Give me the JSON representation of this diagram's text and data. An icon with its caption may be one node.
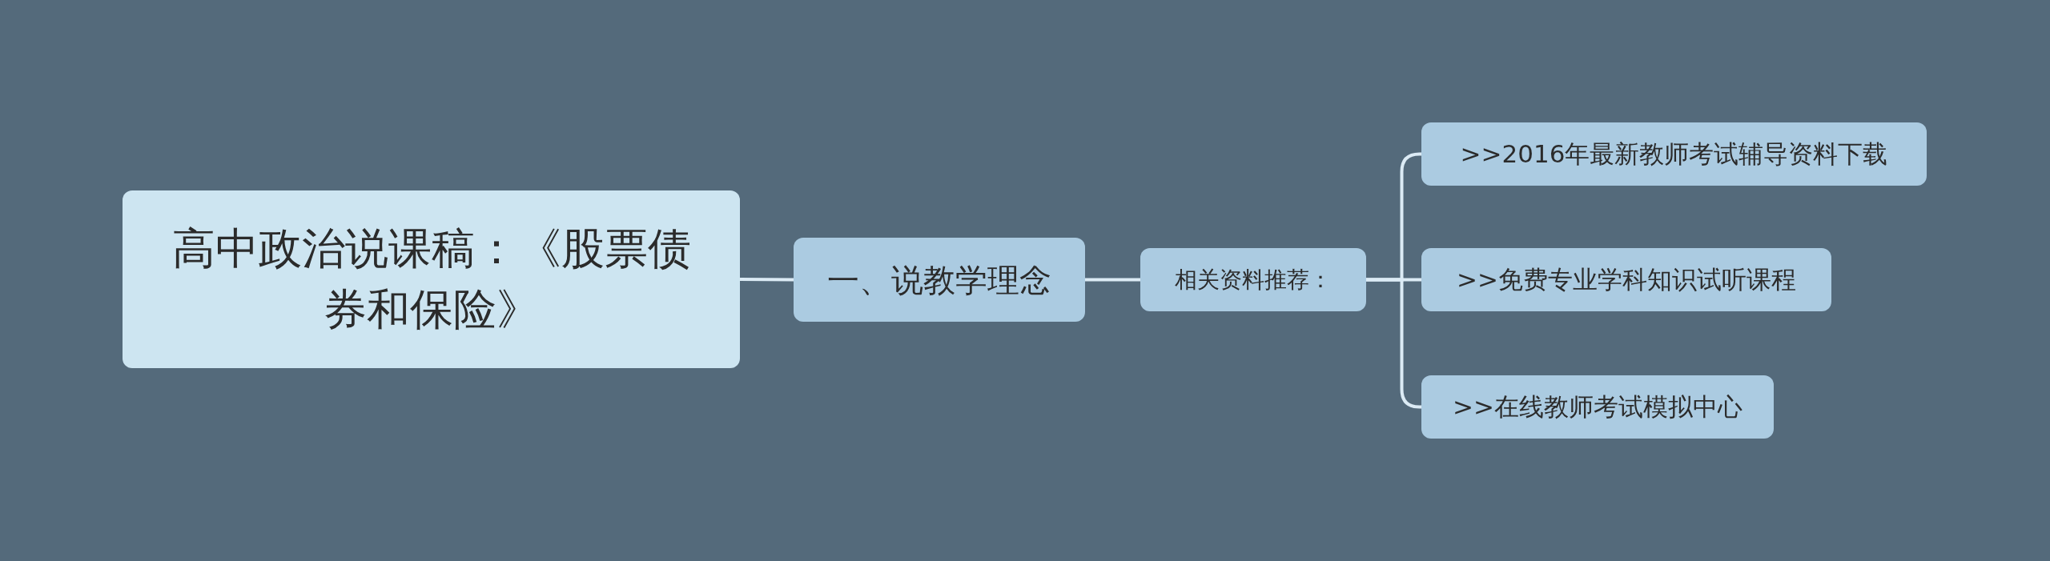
{
  "diagram": {
    "nodes": [
      {
        "text": [
          "高中政治说课稿：《股票债券和保险》"
        ]
      },
      {
        "text": [
          "一、说教学理念"
        ]
      },
      {
        "text": [
          "相关资料推荐："
        ]
      },
      {
        "text": [
          ">>2016年最新教师考试辅导资料下载"
        ]
      },
      {
        "text": [
          ">>免费专业学科知识试听课程"
        ]
      },
      {
        "text": [
          ">>在线教师考试模拟中心"
        ]
      }
    ],
    "edges": [
      {
        "from": 0,
        "to": 1,
        "arrow": "none"
      },
      {
        "from": 1,
        "to": 2,
        "arrow": "none"
      },
      {
        "from": 2,
        "to": 3,
        "arrow": "none"
      },
      {
        "from": 2,
        "to": 4,
        "arrow": "none"
      },
      {
        "from": 2,
        "to": 5,
        "arrow": "none"
      }
    ]
  }
}
